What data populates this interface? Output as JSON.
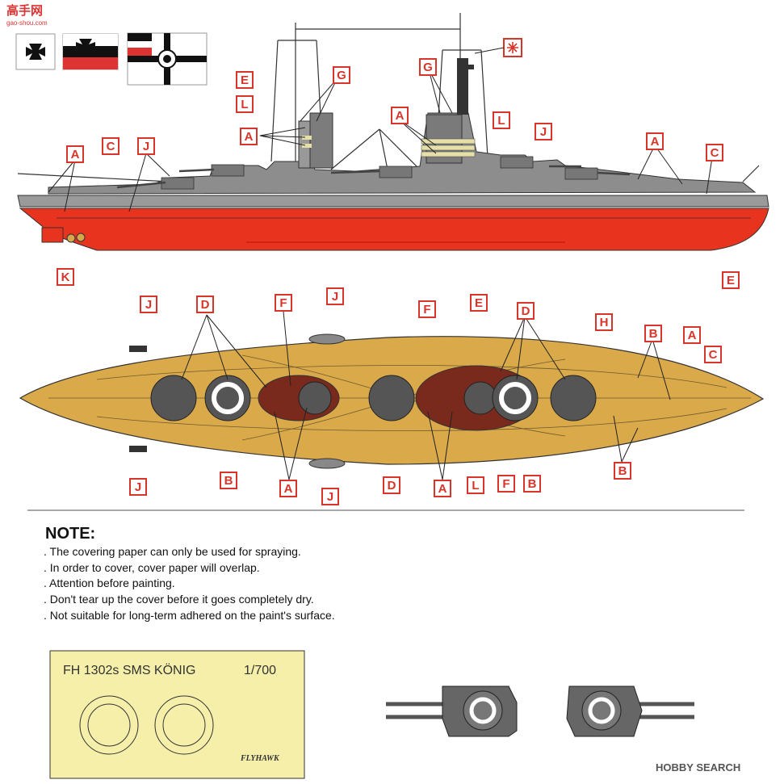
{
  "watermark_site": "高手网",
  "watermark_url": "gao-shou.com",
  "watermark_hobby": "HOBBY SEARCH",
  "flags": [
    {
      "name": "iron-cross-flag"
    },
    {
      "name": "war-ensign-small"
    },
    {
      "name": "imperial-war-ensign"
    }
  ],
  "side_view_labels": [
    "A",
    "C",
    "J",
    "E",
    "L",
    "G",
    "A",
    "G",
    "A",
    "L",
    "J",
    "A",
    "C",
    "K",
    "E"
  ],
  "top_view_labels": [
    "J",
    "D",
    "F",
    "J",
    "F",
    "E",
    "D",
    "H",
    "B",
    "A",
    "C",
    "B",
    "J",
    "B",
    "A",
    "J",
    "D",
    "A",
    "L",
    "F",
    "B"
  ],
  "colors": {
    "hull_red": "#e8331f",
    "deck_tan": "#d9a94a",
    "upper_gray": "#8d8d8d",
    "label_red": "#d8352a",
    "mask_paper": "#f5efaa"
  },
  "note": {
    "title": "NOTE:",
    "lines": [
      ". The covering paper can only be used for spraying.",
      ". In order to cover, cover paper will overlap.",
      ". Attention before painting.",
      ". Don't tear up the cover before it goes completely dry.",
      ". Not suitable for long-term adhered on the paint's surface."
    ]
  },
  "mask_sheet": {
    "title": "FH 1302s SMS KÖNIG",
    "scale": "1/700",
    "brand": "FLYHAWK"
  }
}
